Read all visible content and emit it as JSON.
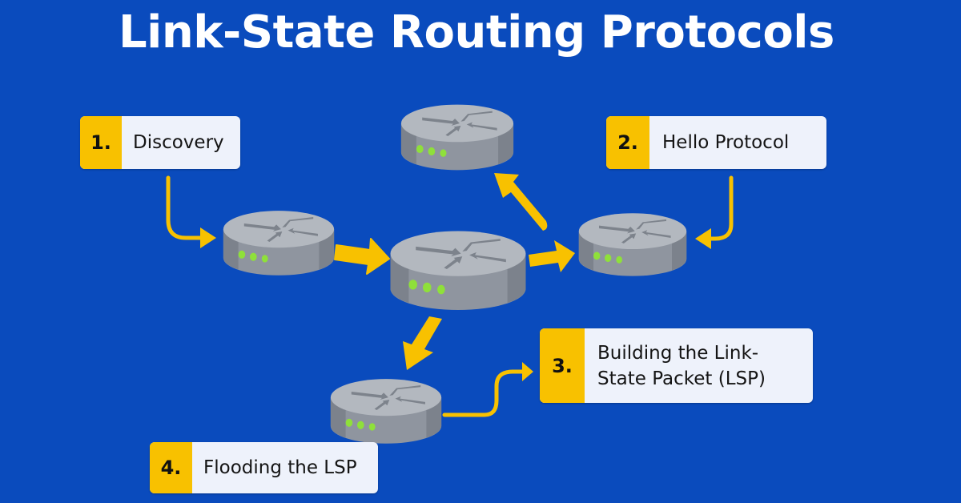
{
  "title": "Link-State Routing Protocols",
  "colors": {
    "background": "#0a4bbd",
    "accent": "#f8c100",
    "label_bg": "#eef2fb",
    "router_body": "#8f959f",
    "router_top": "#b3b8bf",
    "led": "#8fe03a"
  },
  "steps": [
    {
      "number": "1.",
      "label": "Discovery"
    },
    {
      "number": "2.",
      "label": "Hello Protocol"
    },
    {
      "number": "3.",
      "label": "Building the Link-State Packet (LSP)"
    },
    {
      "number": "4.",
      "label": "Flooding the LSP"
    }
  ],
  "routers": [
    {
      "id": "router-left",
      "icon": "router-icon"
    },
    {
      "id": "router-center",
      "icon": "router-icon"
    },
    {
      "id": "router-top",
      "icon": "router-icon"
    },
    {
      "id": "router-right",
      "icon": "router-icon"
    },
    {
      "id": "router-bottom",
      "icon": "router-icon"
    }
  ]
}
